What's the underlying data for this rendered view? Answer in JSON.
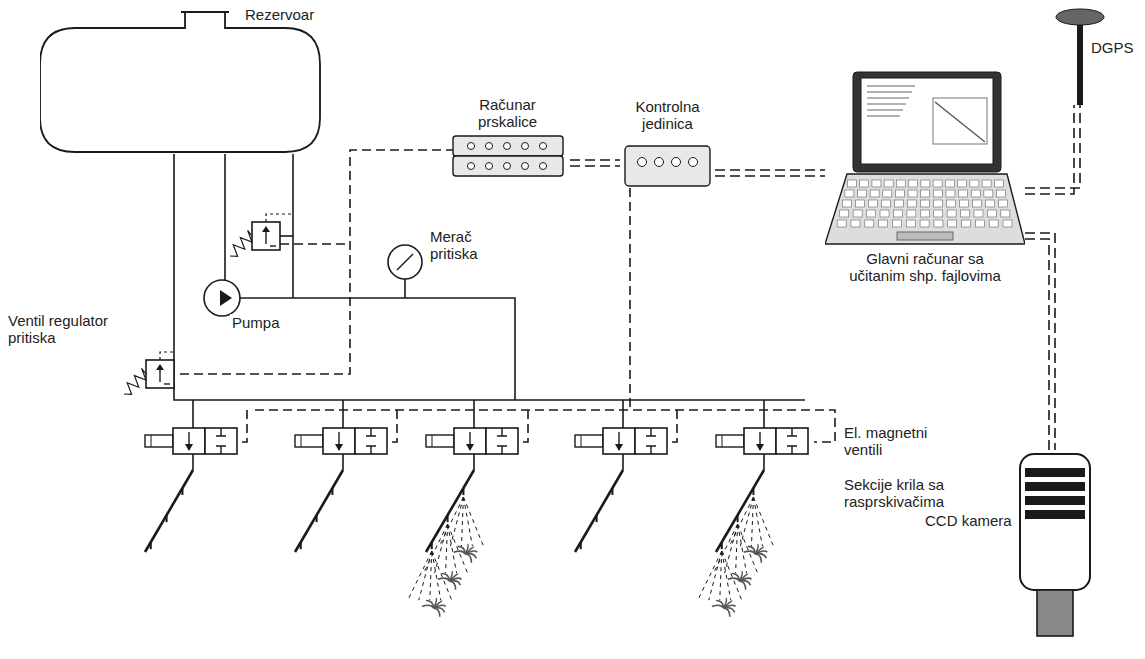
{
  "diagram": {
    "nodes": [
      {
        "text": [
          "Rezervoar"
        ]
      },
      {
        "text": [
          "Računar prskalice"
        ]
      },
      {
        "text": [
          "Kontrolna jedinica"
        ]
      },
      {
        "text": [
          "Glavni računar sa učitanim shp. fajlovima"
        ]
      },
      {
        "text": [
          "DGPS"
        ]
      },
      {
        "text": [
          "CCD kamera"
        ]
      }
    ],
    "edges": [
      {
        "from": 1,
        "to": 2,
        "arrow": "none"
      },
      {
        "from": 2,
        "to": 3,
        "arrow": "none"
      },
      {
        "from": 3,
        "to": 4,
        "arrow": "none"
      },
      {
        "from": 3,
        "to": 5,
        "arrow": "none"
      }
    ],
    "labels": [
      "Merač pritiska",
      "Ventil regulator pritiska",
      "Pumpa",
      "El. magnetni ventili",
      "Sekcije krila sa rasprskivačima"
    ]
  }
}
